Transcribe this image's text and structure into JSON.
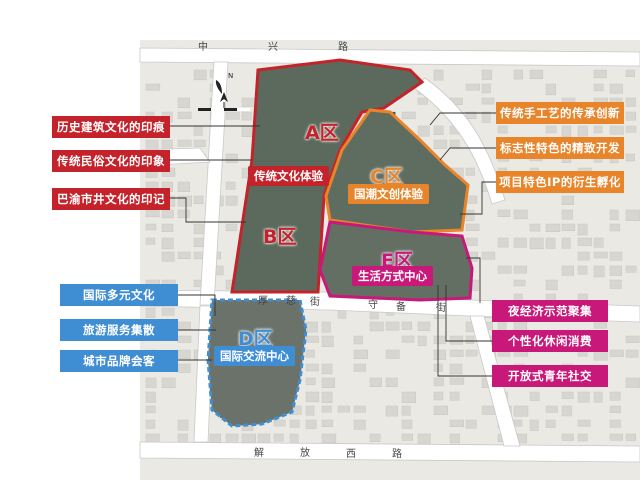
{
  "roads": {
    "top": [
      "中",
      "兴",
      "路"
    ],
    "middle_left": [
      "厚",
      "慈",
      "街"
    ],
    "middle_right": [
      "守",
      "备",
      "街"
    ],
    "bottom": [
      "解",
      "放",
      "西",
      "路"
    ]
  },
  "north_arrow": {
    "label": "N"
  },
  "zones": {
    "a": {
      "letter": "A区",
      "badge": "传统文化体验",
      "color": "#c4232b"
    },
    "b": {
      "letter": "B区"
    },
    "c": {
      "letter": "C区",
      "badge": "国潮文创体验",
      "color": "#e8842a"
    },
    "d": {
      "letter": "D区",
      "badge": "国际交流中心",
      "color": "#3f8ed4"
    },
    "e": {
      "letter": "E区",
      "badge": "生活方式中心",
      "color": "#c8197a"
    }
  },
  "callouts_left_red": [
    "历史建筑文化的印痕",
    "传统民俗文化的印象",
    "巴渝市井文化的印记"
  ],
  "callouts_left_blue": [
    "国际多元文化",
    "旅游服务集散",
    "城市品牌会客"
  ],
  "callouts_right_orange": [
    "传统手工艺的传承创新",
    "标志性特色的精致开发",
    "项目特色IP的衍生孵化"
  ],
  "callouts_right_magenta": [
    "夜经济示范聚集",
    "个性化休闲消费",
    "开放式青年社交"
  ]
}
